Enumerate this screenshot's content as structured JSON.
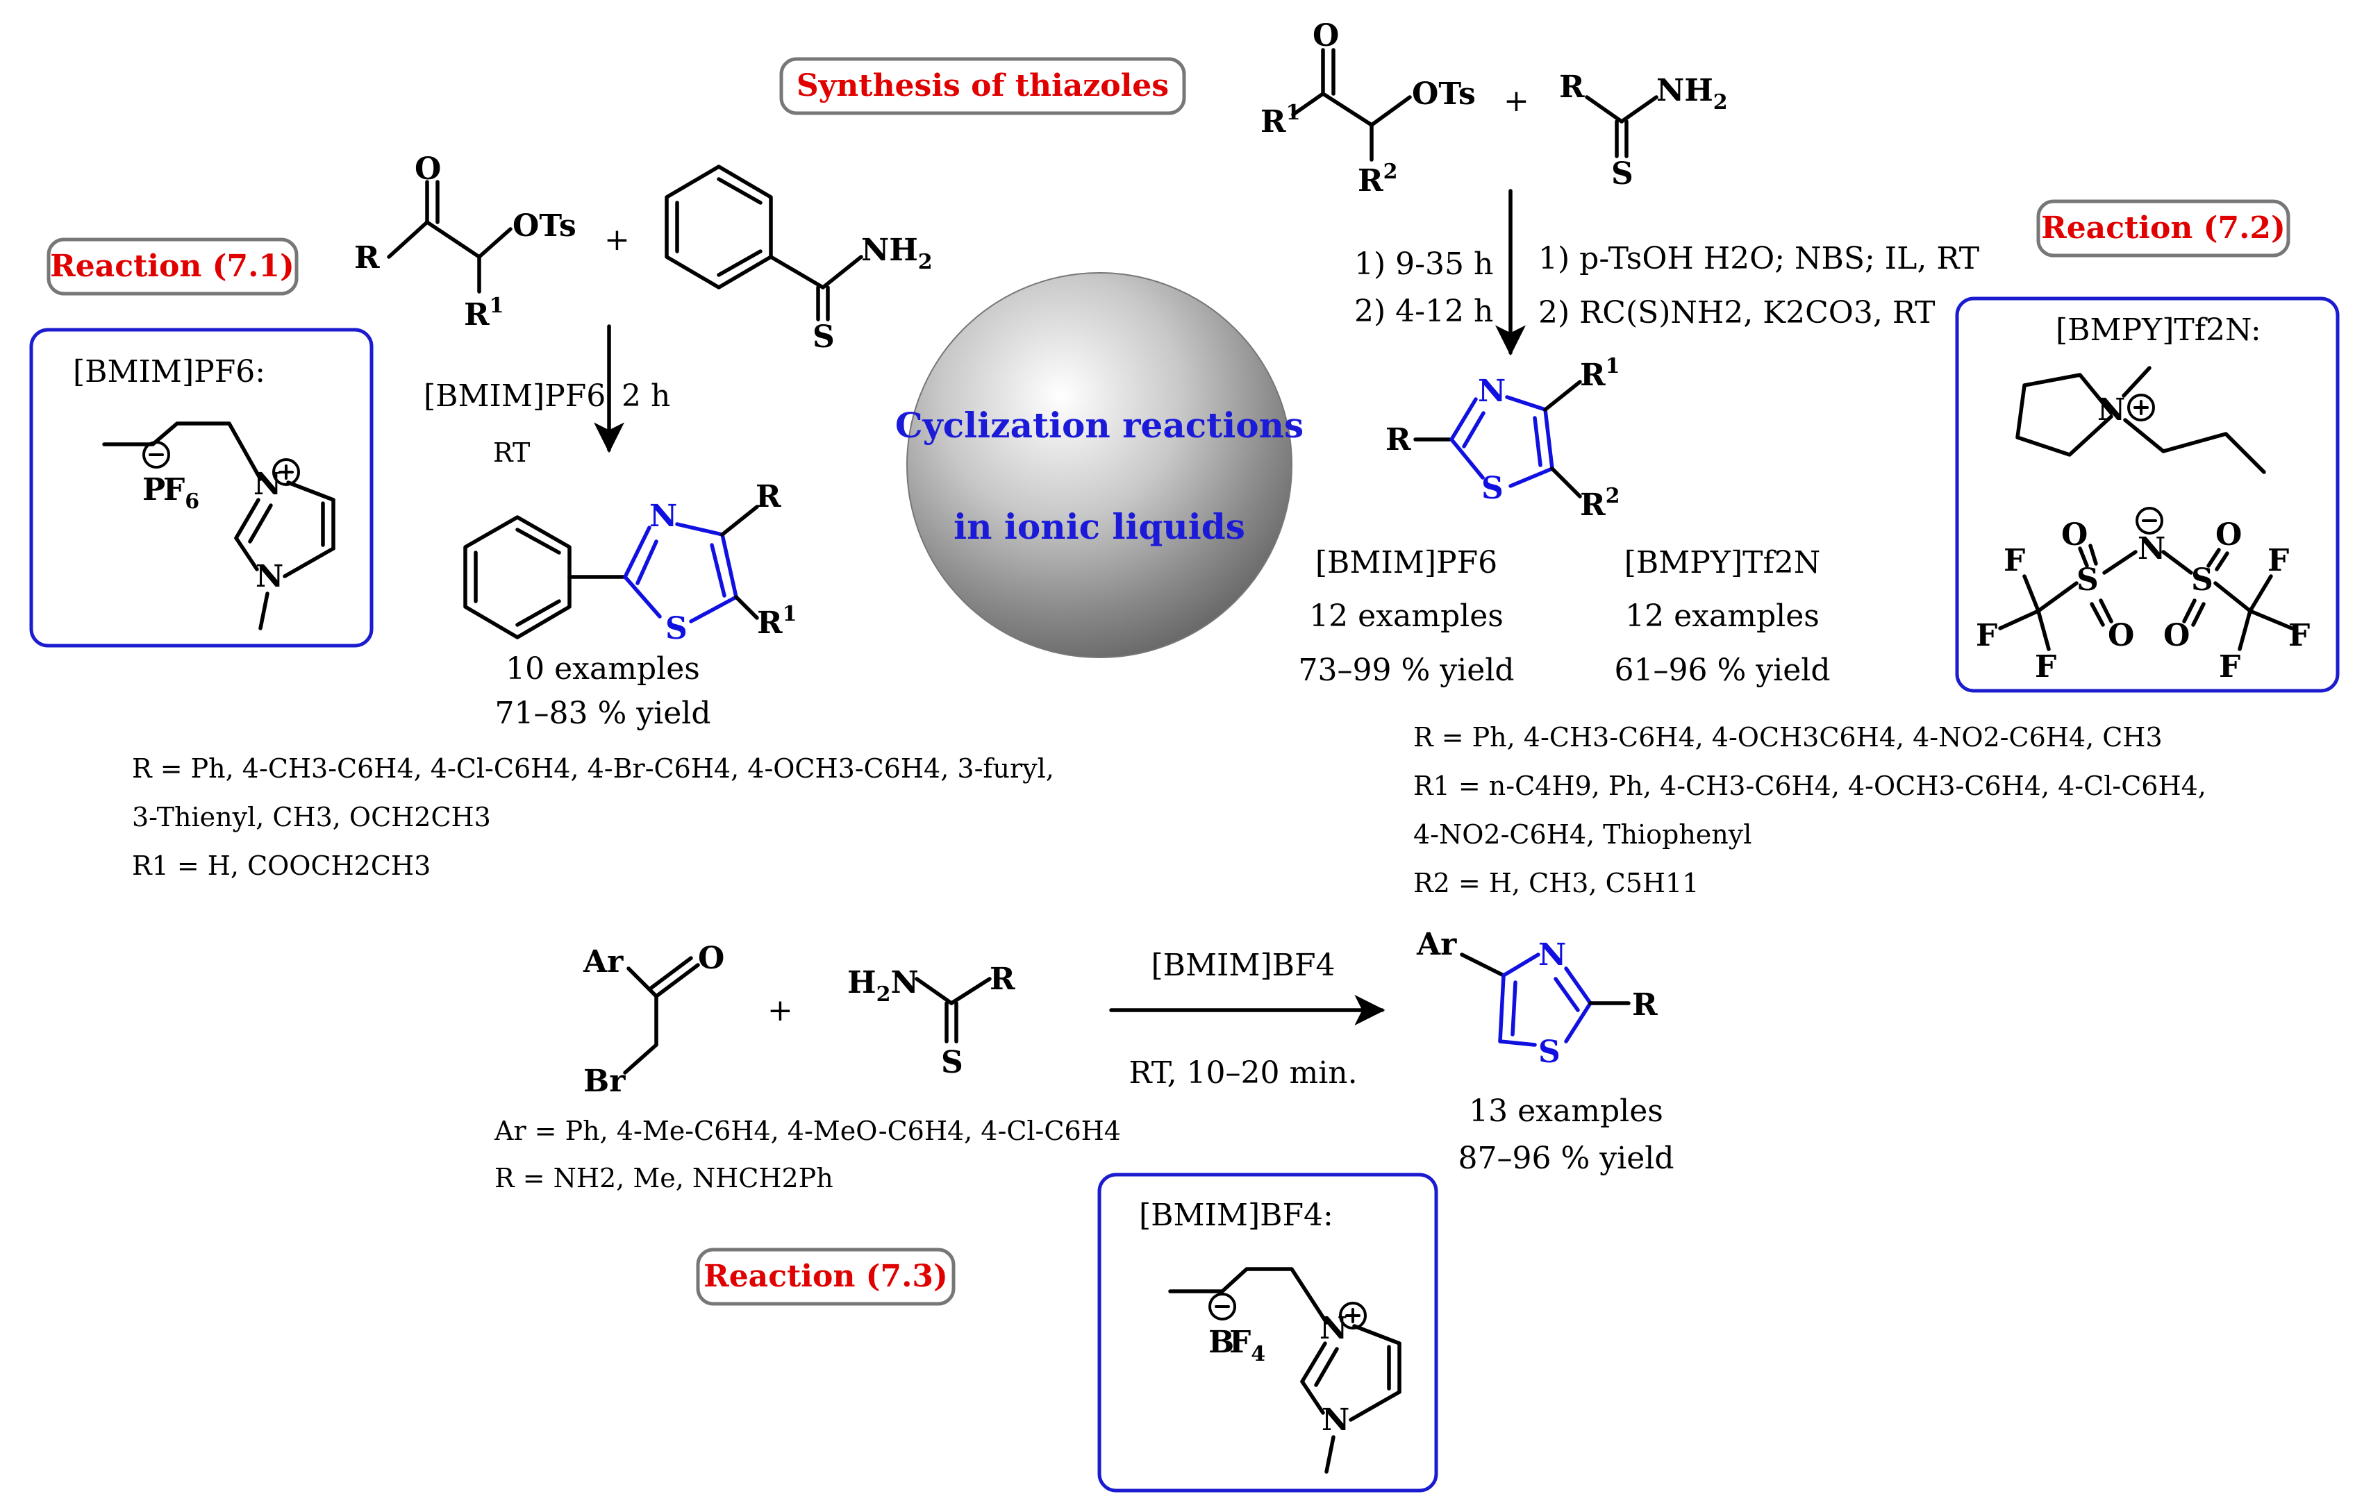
{
  "title": "Synthesis of thiazoles",
  "center": {
    "line1": "Cyclization reactions",
    "line2": "in ionic liquids"
  },
  "colors": {
    "badge_text": "#e00000",
    "ring_blue": "#1010e0",
    "box_border": "#1b1bd0",
    "center_text": "#1a1ad8"
  },
  "reactions": {
    "r1": {
      "badge": "Reaction (7.1)",
      "reagent_il": "[BMIM]PF6",
      "time": "2 h",
      "temp": "RT",
      "examples": "10 examples",
      "yield": "71–83 % yield",
      "scope": [
        "R = Ph, 4-CH3-C6H4, 4-Cl-C6H4, 4-Br-C6H4, 4-OCH3-C6H4, 3-furyl,",
        "3-Thienyl, CH3, OCH2CH3",
        "R1 = H, COOCH2CH3"
      ],
      "il_box": {
        "title": "[BMIM]PF6:",
        "anion": "PF6"
      }
    },
    "r2": {
      "badge": "Reaction (7.2)",
      "steps_time": [
        "1) 9-35 h",
        "2) 4-12 h"
      ],
      "steps": [
        "1) p-TsOH H2O; NBS; IL, RT",
        "2) RC(S)NH2, K2CO3, RT"
      ],
      "results": [
        {
          "il": "[BMIM]PF6",
          "examples": "12 examples",
          "yield": "73–99 % yield"
        },
        {
          "il": "[BMPY]Tf2N",
          "examples": "12 examples",
          "yield": "61–96 % yield"
        }
      ],
      "scope": [
        "R = Ph, 4-CH3-C6H4, 4-OCH3C6H4, 4-NO2-C6H4, CH3",
        "R1 = n-C4H9, Ph, 4-CH3-C6H4, 4-OCH3-C6H4, 4-Cl-C6H4,",
        "4-NO2-C6H4, Thiophenyl",
        "R2 = H, CH3, C5H11"
      ],
      "il_box": {
        "title": "[BMPY]Tf2N:"
      }
    },
    "r3": {
      "badge": "Reaction (7.3)",
      "reagent_il": "[BMIM]BF4",
      "cond": "RT, 10–20 min.",
      "examples": "13 examples",
      "yield": "87–96 % yield",
      "scope": [
        "Ar = Ph, 4-Me-C6H4, 4-MeO-C6H4, 4-Cl-C6H4",
        "R = NH2, Me, NHCH2Ph"
      ],
      "il_box": {
        "title": "[BMIM]BF4:",
        "anion": "BF4"
      }
    }
  }
}
